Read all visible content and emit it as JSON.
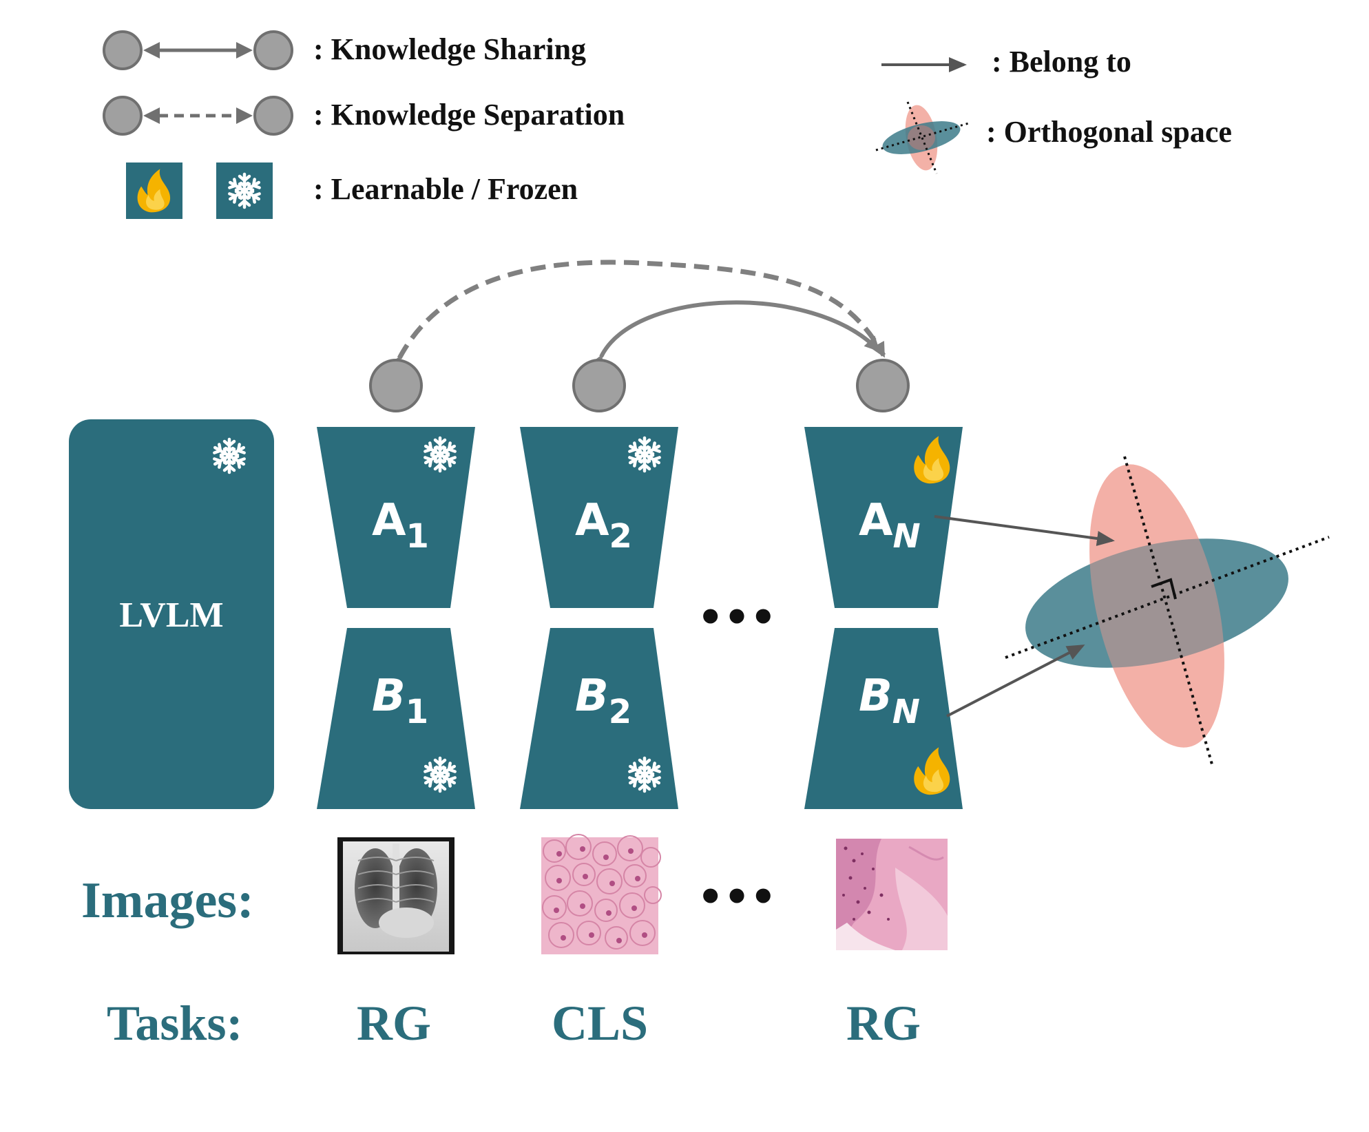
{
  "legend": {
    "knowledge_sharing": ": Knowledge Sharing",
    "knowledge_separation": ": Knowledge Separation",
    "learnable_frozen": ": Learnable / Frozen",
    "belong_to": ": Belong to",
    "orthogonal_space": ": Orthogonal space"
  },
  "model": {
    "label": "LVLM",
    "state": "frozen"
  },
  "adapters": [
    {
      "a_base": "A",
      "a_sub": "1",
      "b_base": "B",
      "b_sub": "1",
      "state": "frozen"
    },
    {
      "a_base": "A",
      "a_sub": "2",
      "b_base": "B",
      "b_sub": "2",
      "state": "frozen"
    },
    {
      "a_base": "A",
      "a_sub": "N",
      "b_base": "B",
      "b_sub": "N",
      "state": "learnable"
    }
  ],
  "ellipsis": "•••",
  "rows": {
    "images_label": "Images:",
    "tasks_label": "Tasks:"
  },
  "images": [
    "chest-xray",
    "histology-cls",
    "histology-rg"
  ],
  "tasks": [
    "RG",
    "CLS",
    "RG"
  ],
  "colors": {
    "teal": "#2b6d7c",
    "node_gray": "#a0a0a0",
    "arrow_gray": "#808080",
    "flame": "#f5b300",
    "ellipse_pink": "#f1a398",
    "ellipse_teal": "#3d7b8a"
  },
  "icons": {
    "learnable": "flame-icon",
    "frozen": "snowflake-icon"
  }
}
